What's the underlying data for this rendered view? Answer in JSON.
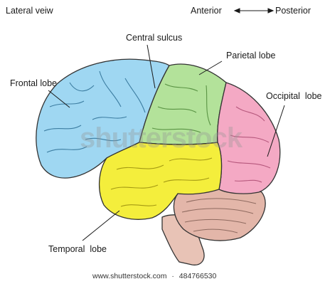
{
  "header": {
    "view_label": "Lateral veiw",
    "anterior": "Anterior",
    "posterior": "Posterior"
  },
  "labels": {
    "central_sulcus": "Central sulcus",
    "parietal": "Parietal lobe",
    "frontal": "Frontal lobe",
    "occipital": "Occipital  lobe",
    "temporal": "Temporal  lobe"
  },
  "watermark": "shutterstock",
  "footer": {
    "site": "www.shutterstock.com",
    "separator": "·",
    "image_number": "484766530"
  },
  "colors": {
    "frontal": "#9fd7f2",
    "parietal": "#b3e29a",
    "occipital": "#f4a9c4",
    "temporal": "#f4ee3c",
    "cerebellum": "#e3b6a9",
    "brainstem": "#e8c3b6",
    "outline": "#333333"
  }
}
